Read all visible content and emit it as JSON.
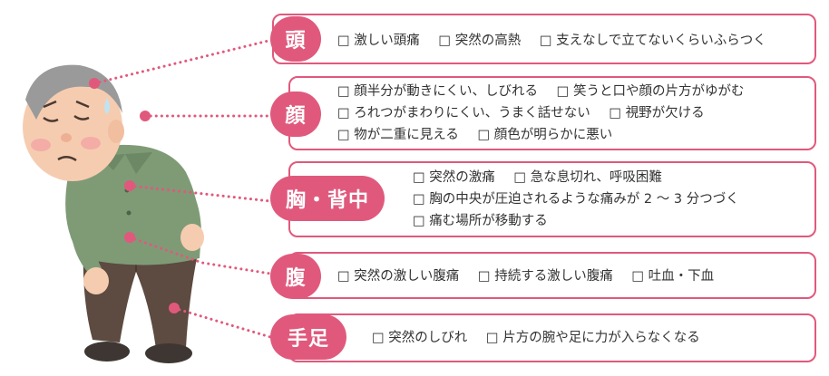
{
  "accent_color": "#e0597c",
  "sections": [
    {
      "label": "頭",
      "lines": [
        [
          "□ 激しい頭痛",
          "□ 突然の高熱",
          "□ 支えなしで立てないくらいふらつく"
        ]
      ]
    },
    {
      "label": "顔",
      "lines": [
        [
          "□ 顔半分が動きにくい、しびれる",
          "□ 笑うと口や顔の片方がゆがむ"
        ],
        [
          "□ ろれつがまわりにくい、うまく話せない",
          "□ 視野が欠ける"
        ],
        [
          "□ 物が二重に見える",
          "□ 顔色が明らかに悪い"
        ]
      ]
    },
    {
      "label": "胸・背中",
      "lines": [
        [
          "□ 突然の激痛",
          "□ 急な息切れ、呼吸困難"
        ],
        [
          "□ 胸の中央が圧迫されるような痛みが 2 ～ 3 分つづく"
        ],
        [
          "□ 痛む場所が移動する"
        ]
      ]
    },
    {
      "label": "腹",
      "lines": [
        [
          "□ 突然の激しい腹痛",
          "□ 持続する激しい腹痛",
          "□ 吐血・下血"
        ]
      ]
    },
    {
      "label": "手足",
      "lines": [
        [
          "□ 突然のしびれ",
          "□ 片方の腕や足に力が入らなくなる"
        ]
      ]
    }
  ]
}
